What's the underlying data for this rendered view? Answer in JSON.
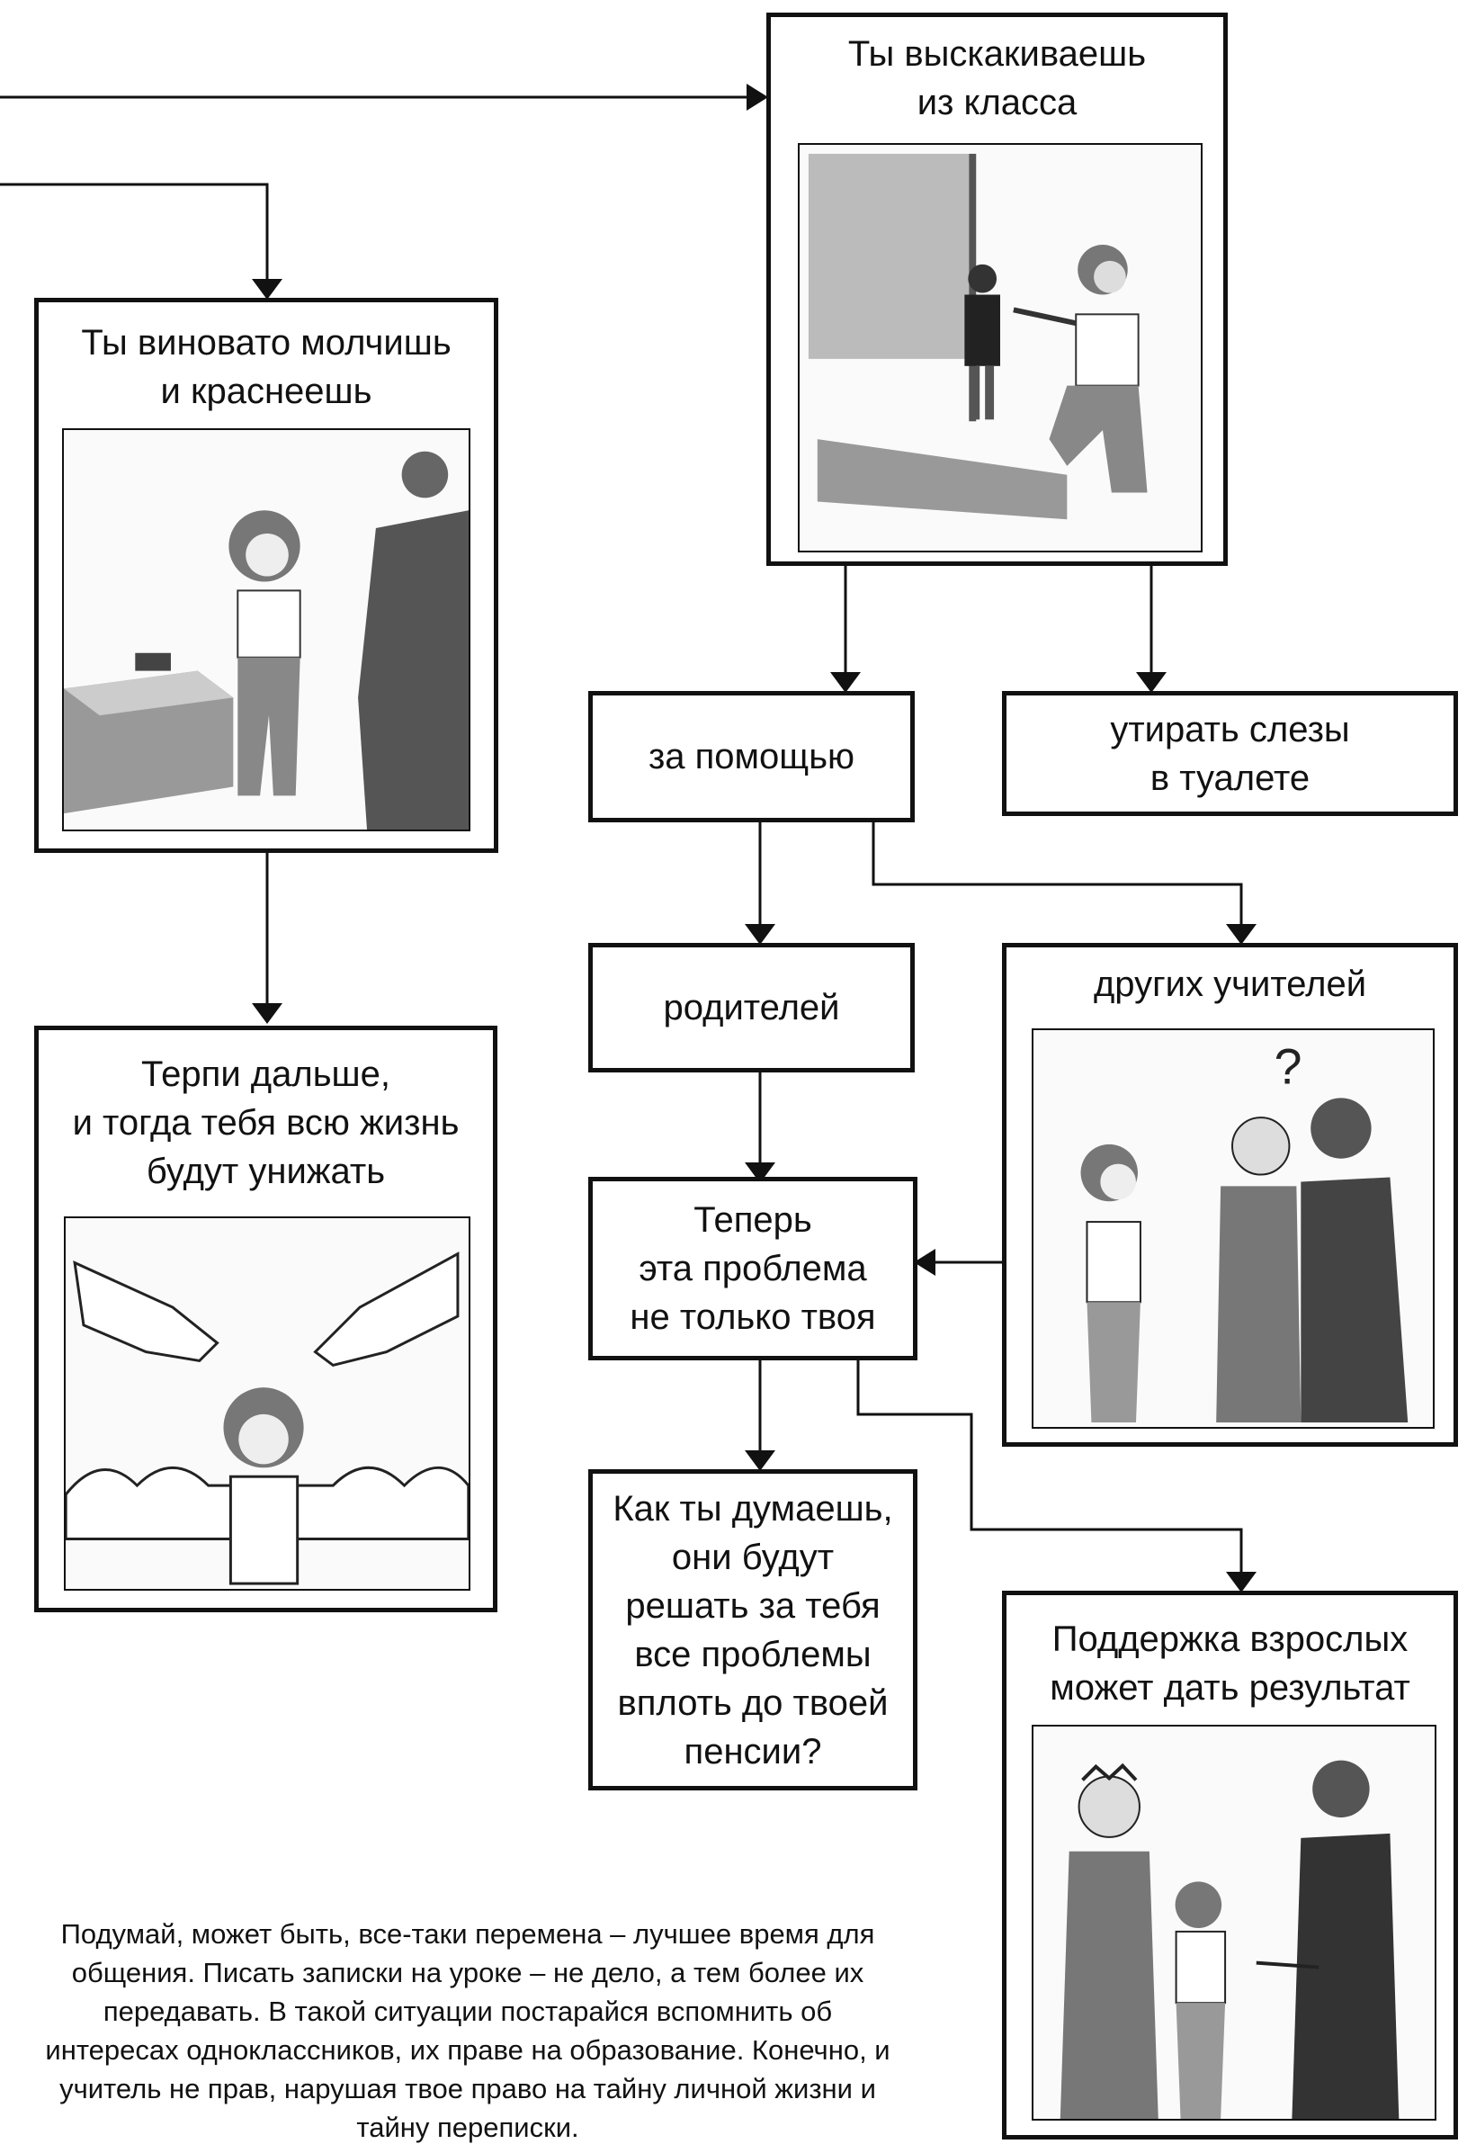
{
  "boxes": {
    "jump_out": {
      "lines": [
        "Ты выскакиваешь",
        "из класса"
      ]
    },
    "silent": {
      "lines": [
        "Ты виновато молчишь",
        "и краснеешь"
      ]
    },
    "endure": {
      "lines": [
        "Терпи дальше,",
        "и тогда тебя всю жизнь",
        "будут унижать"
      ]
    },
    "for_help": {
      "lines": [
        "за помощью"
      ]
    },
    "wipe_tears": {
      "lines": [
        "утирать слезы",
        "в туалете"
      ]
    },
    "parents": {
      "lines": [
        "родителей"
      ]
    },
    "other_teachers": {
      "lines": [
        "других учителей"
      ]
    },
    "now_problem": {
      "lines": [
        "Теперь",
        "эта проблема",
        "не только твоя"
      ]
    },
    "think": {
      "lines": [
        "Как ты думаешь,",
        "они будут",
        "решать за тебя",
        "все проблемы",
        "вплоть до твоей",
        "пенсии?"
      ]
    },
    "support": {
      "lines": [
        "Поддержка  взрослых",
        "может дать результат"
      ]
    }
  },
  "note": {
    "lines": [
      "Подумай, может быть, все-таки перемена – лучшее время для",
      "общения. Писать записки на уроке – не дело, а тем более их",
      "передавать. В такой ситуации постарайся вспомнить об",
      "интересах одноклассников, их праве на образование. Конечно, и",
      "учитель не прав, нарушая твое право на тайну личной жизни и",
      "тайну переписки."
    ]
  },
  "colors": {
    "line": "#111111",
    "background": "#ffffff"
  }
}
